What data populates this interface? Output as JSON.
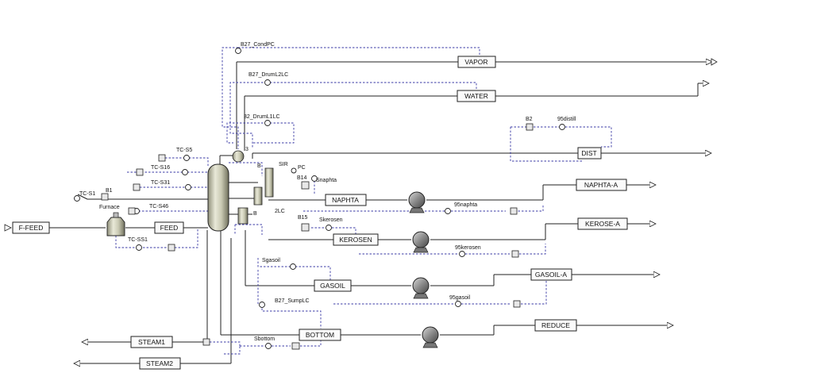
{
  "streams": {
    "f_feed": "F-FEED",
    "feed": "FEED",
    "vapor": "VAPOR",
    "water": "WATER",
    "naphta": "NAPHTA",
    "naphta_a": "NAPHTA-A",
    "kerosen": "KEROSEN",
    "kerose_a": "KEROSE-A",
    "gasoil": "GASOIL",
    "gasoil_a": "GASOIL-A",
    "bottom": "BOTTOM",
    "reduce": "REDUCE",
    "steam1": "STEAM1",
    "steam2": "STEAM2",
    "dist": "DIST"
  },
  "blocks": {
    "furnace": "Furnace",
    "b1": "B1",
    "b2": "B2",
    "b14": "B14",
    "b15": "B15",
    "b": "B",
    "col_3": "3",
    "b_small": "B"
  },
  "controllers": {
    "b27_condpc": "B27_CondPC",
    "b27_druml2lc": "B27_DrumL2LC",
    "druml1lc": "32_DrumL1LC",
    "distill95": "95distill",
    "tc_s5": "TC-S5",
    "tc_s16": "TC-S16",
    "tc_s31": "TC-S31",
    "tc_s46": "TC-S46",
    "tc_s1": "TC-S1",
    "tc_ss1": "TC-SS1",
    "snaphta": "Snaphta",
    "naphta95": "95naphta",
    "skerosen": "Skerosen",
    "kerosen95": "95kerosen",
    "sgasoil": "Sgasoil",
    "gasoil95": "95gasoil",
    "b27_sumplc": "B27_SumpLC",
    "sbottom": "Sbottom",
    "l2lc": "2LC",
    "pc": "PC",
    "sr": "SIR"
  }
}
